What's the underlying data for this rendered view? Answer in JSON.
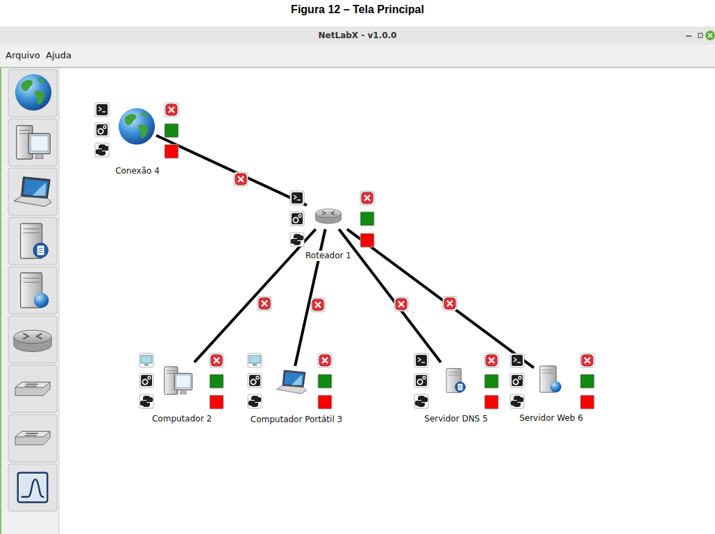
{
  "diagram": {
    "title": "Figura 12 – Tela Principal",
    "nodes": [
      {
        "text": [
          "Conexão 4"
        ]
      },
      {
        "text": [
          "Roteador 1"
        ]
      },
      {
        "text": [
          "Computador 2"
        ]
      },
      {
        "text": [
          "Computador Portátil 3"
        ]
      },
      {
        "text": [
          "Servidor DNS 5"
        ]
      },
      {
        "text": [
          "Servidor Web 6"
        ]
      }
    ],
    "edges": [
      {
        "from": 0,
        "to": 1,
        "arrow": "none"
      },
      {
        "from": 1,
        "to": 2,
        "arrow": "none"
      },
      {
        "from": 1,
        "to": 3,
        "arrow": "none"
      },
      {
        "from": 1,
        "to": 4,
        "arrow": "none"
      },
      {
        "from": 1,
        "to": 5,
        "arrow": "none"
      }
    ],
    "labels": [
      "NetLabX - v1.0.0",
      "Arquivo",
      "Ajuda"
    ]
  }
}
